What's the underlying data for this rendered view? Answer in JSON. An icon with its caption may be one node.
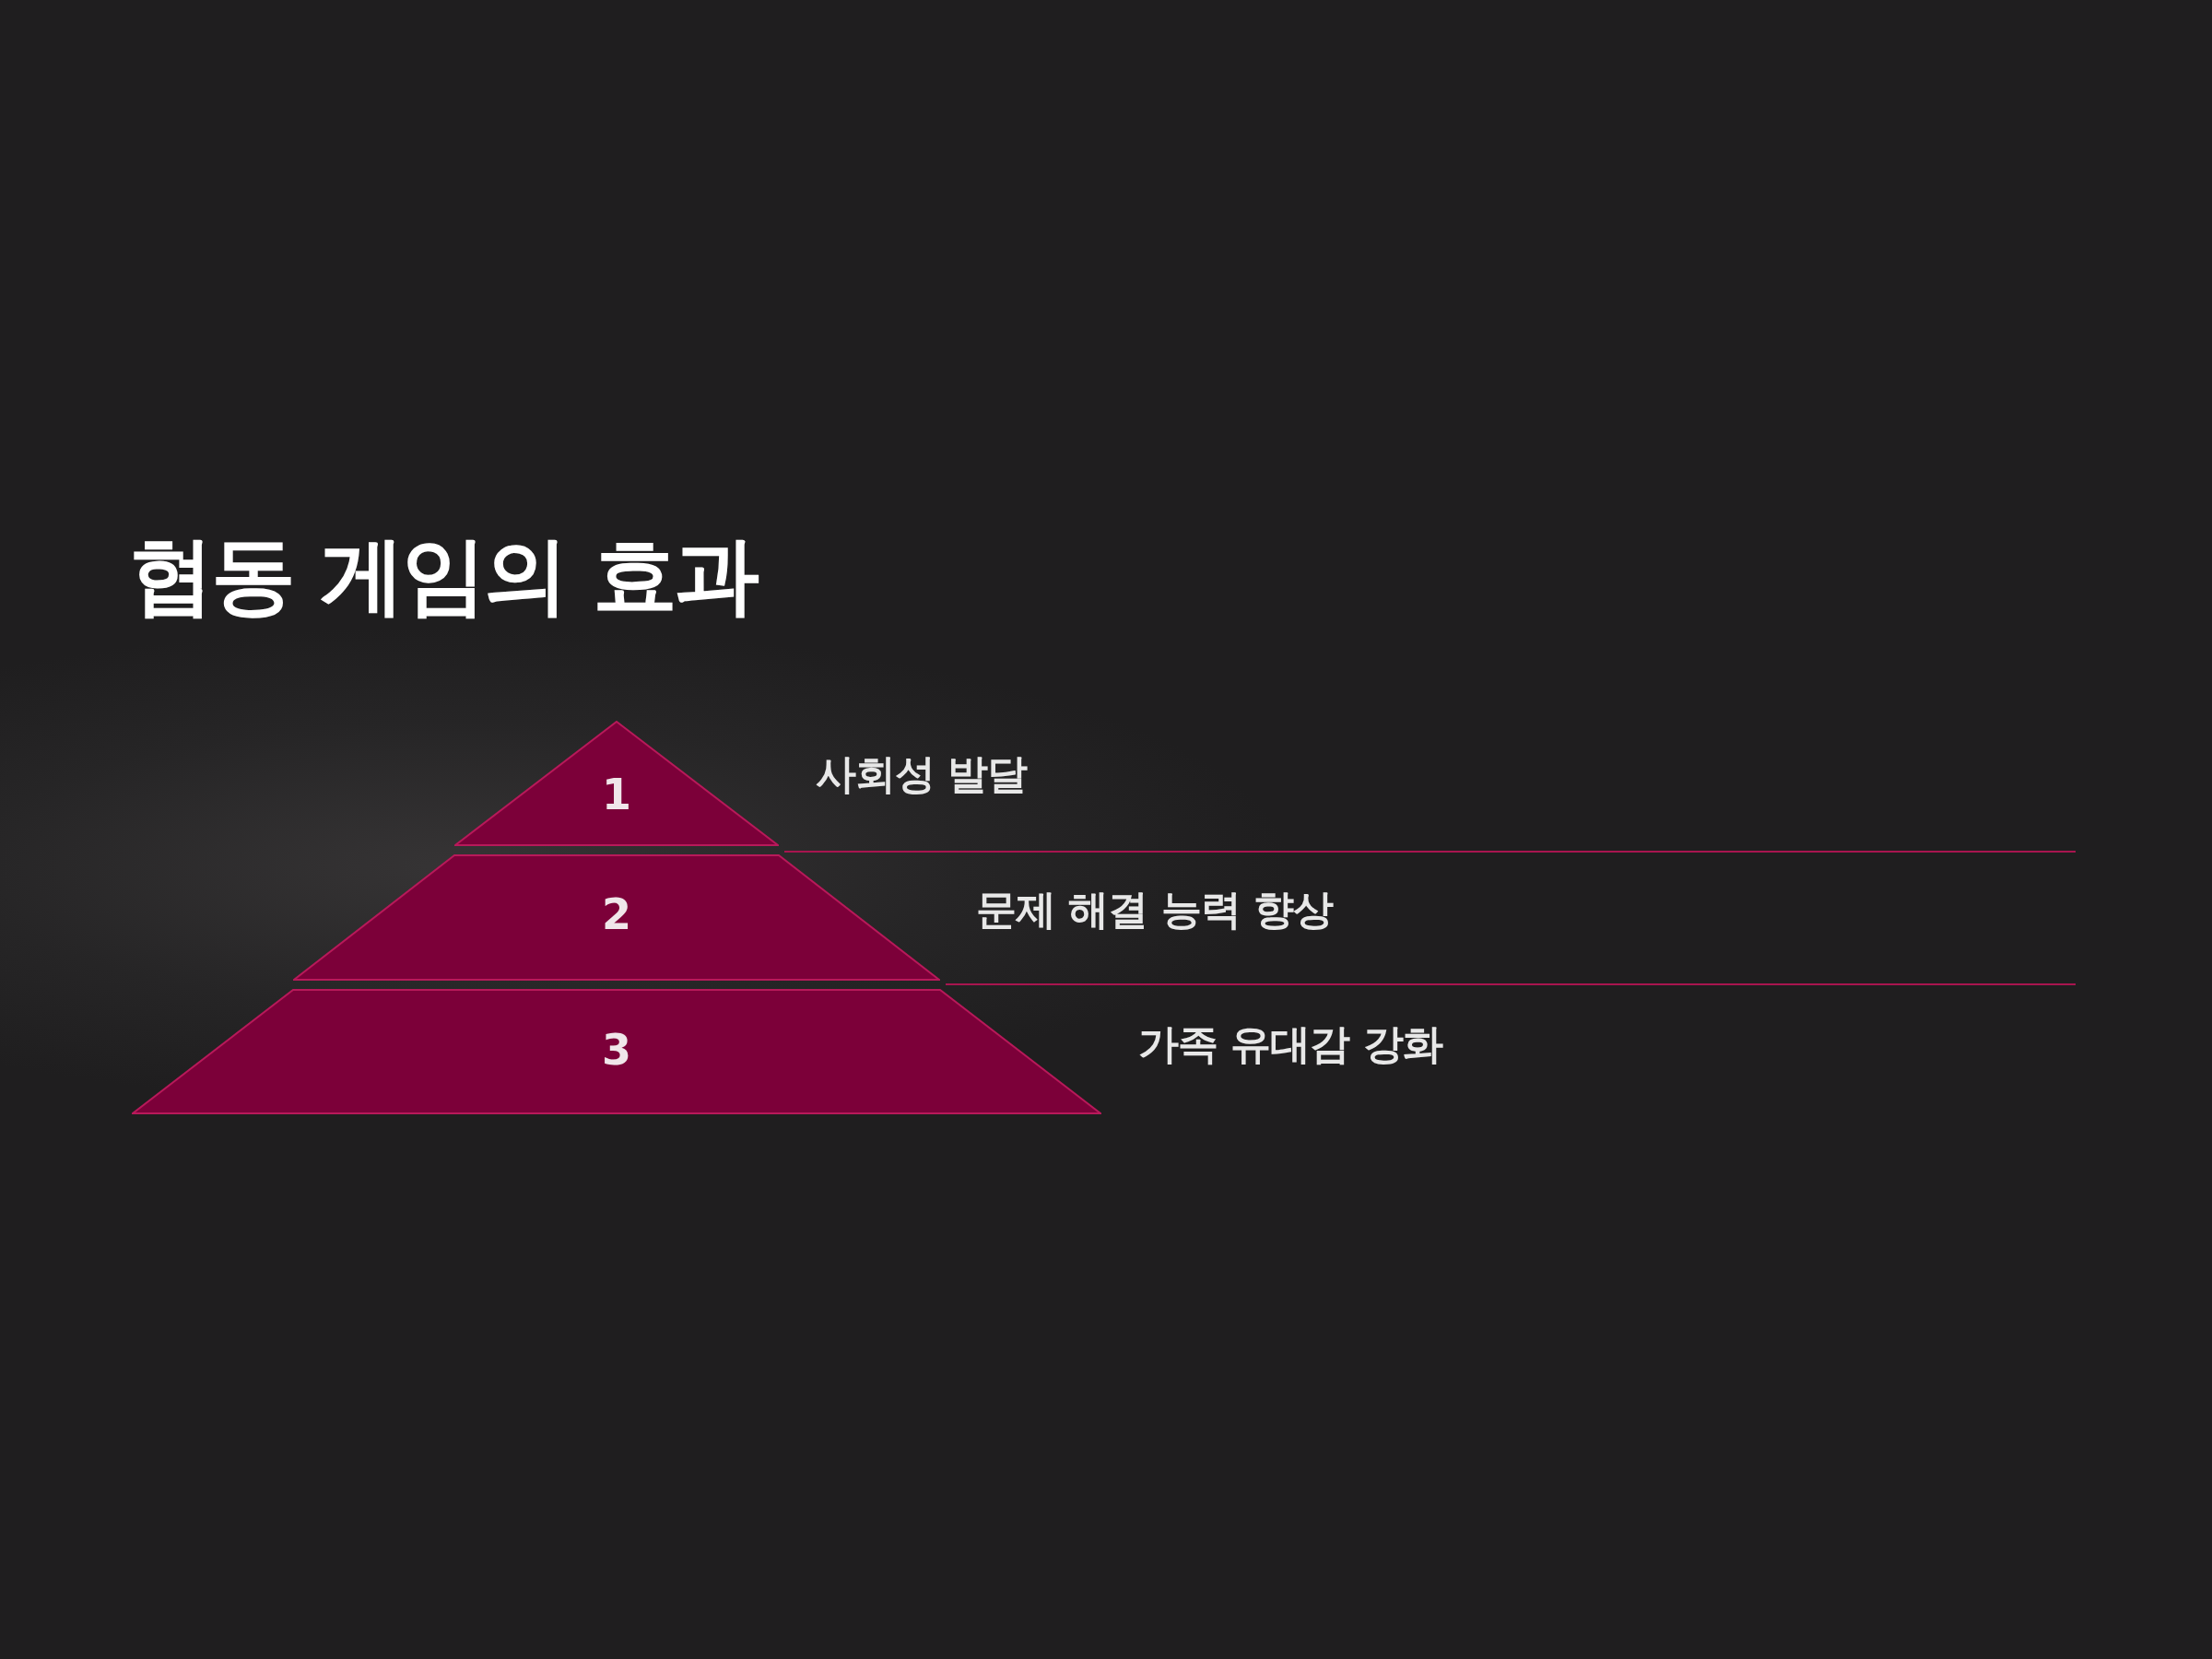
{
  "diagram": {
    "title": "협동 게임의 효과",
    "nodes": [
      {
        "text": [
          "1"
        ],
        "beside": [
          "사회성 발달"
        ]
      },
      {
        "text": [
          "2"
        ],
        "beside": [
          "문제 해결 능력 향상"
        ]
      },
      {
        "text": [
          "3"
        ],
        "beside": [
          "가족 유대감 강화"
        ]
      }
    ]
  }
}
